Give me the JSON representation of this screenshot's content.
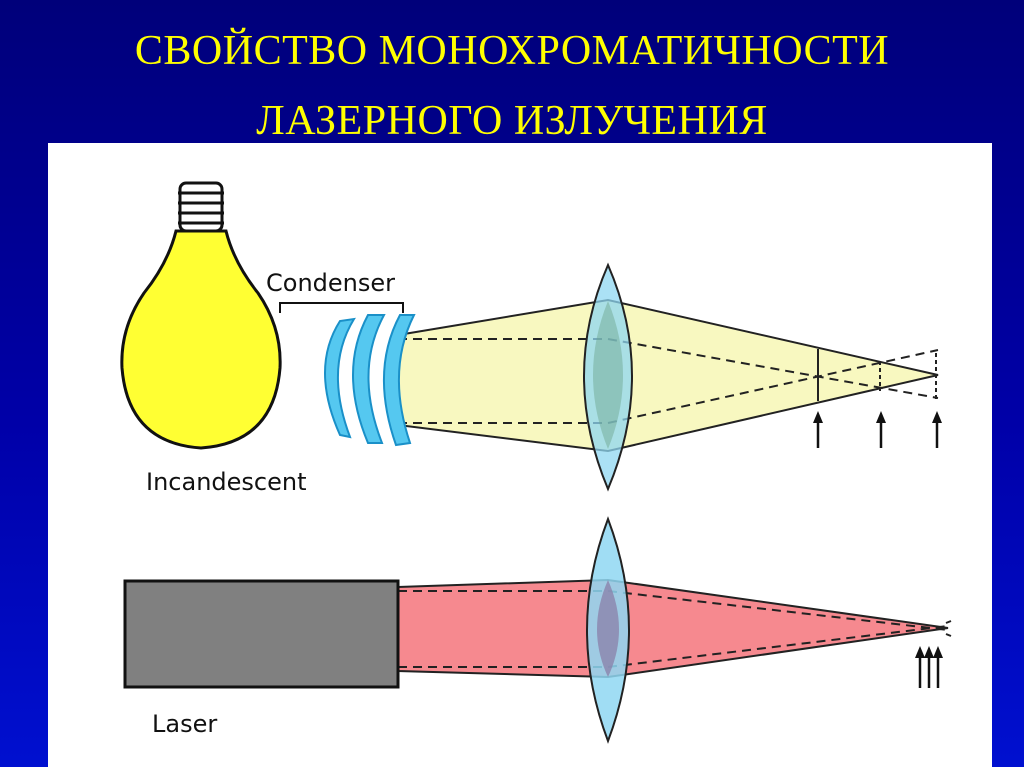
{
  "slide": {
    "title_line_1": "СВОЙСТВО МОНОХРОМАТИЧНОСТИ",
    "title_line_2": "ЛАЗЕРНОГО ИЗЛУЧЕНИЯ"
  },
  "diagram": {
    "condenser_label": "Condenser",
    "incandescent_label": "Incandescent",
    "laser_label": "Laser"
  },
  "colors": {
    "background": "#0000a8",
    "title_text": "#ffff00",
    "bulb": "#ffff33",
    "condenser": "#55c8f0",
    "incandescent_beam": "#f8f8c0",
    "laser_beam": "#f6898f",
    "laser_body": "#808080",
    "lens": "#8fd7f2"
  },
  "icons": [
    "light-bulb-icon",
    "condenser-lens-icon",
    "laser-device-icon",
    "convex-lens-icon",
    "focus-arrow-icon"
  ]
}
